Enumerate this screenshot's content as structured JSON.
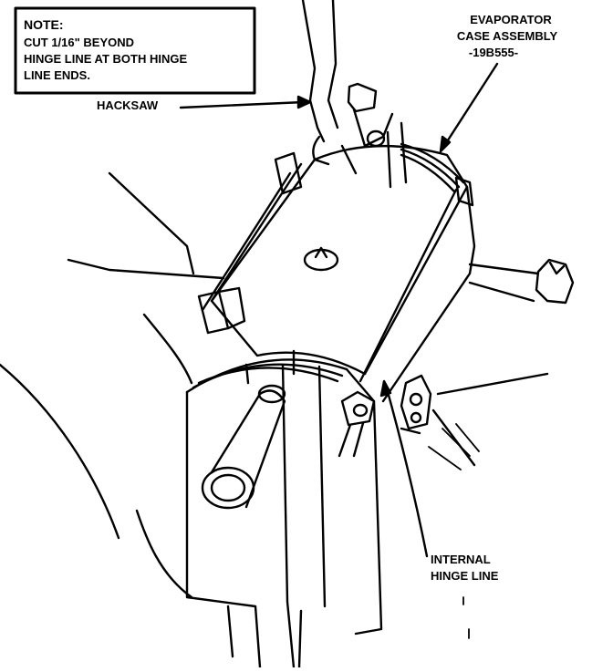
{
  "note": {
    "heading": "NOTE:",
    "lines": [
      "CUT 1/16\" BEYOND",
      "HINGE LINE AT BOTH HINGE",
      "LINE ENDS."
    ]
  },
  "callouts": {
    "evaporator": [
      "EVAPORATOR",
      "CASE ASSEMBLY",
      "-19B555-"
    ],
    "hacksaw": "HACKSAW",
    "hinge": [
      "INTERNAL",
      "HINGE LINE"
    ]
  }
}
